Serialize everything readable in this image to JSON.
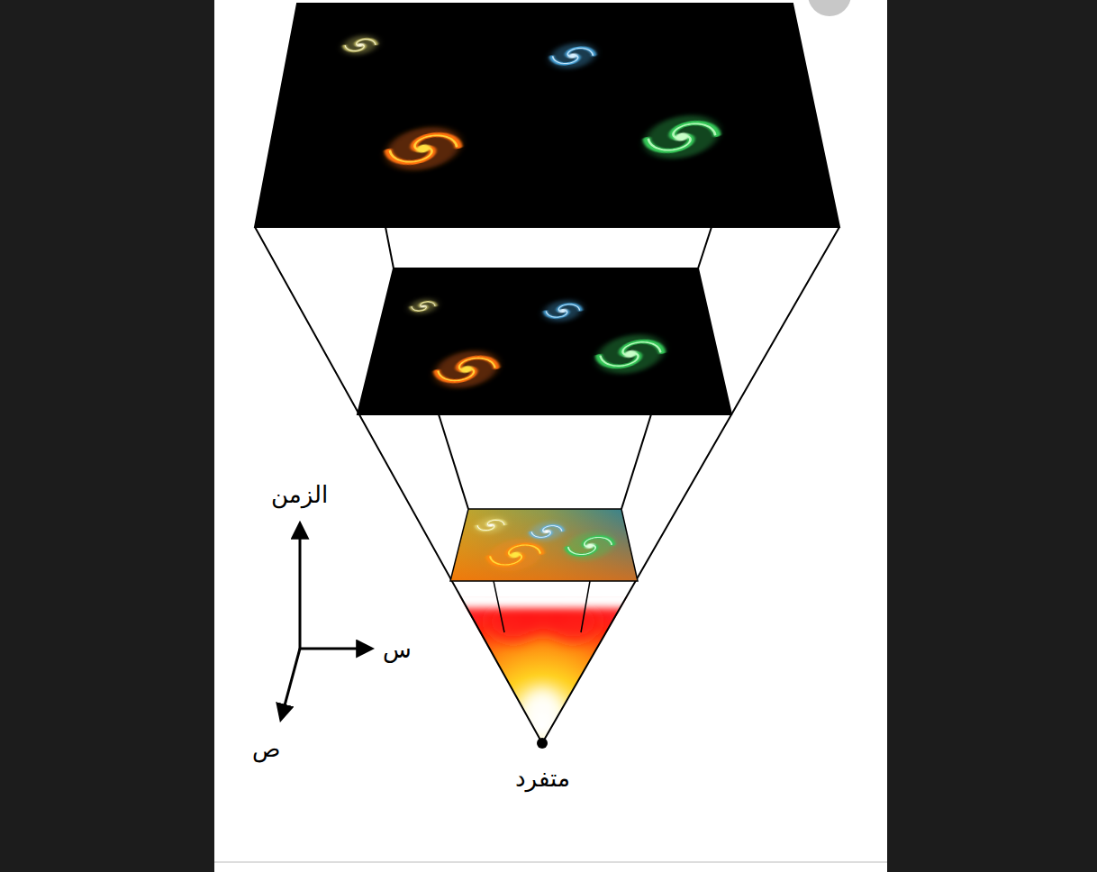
{
  "diagram": {
    "labels": [
      "الزمن",
      "س",
      "ص",
      "متفرد"
    ]
  }
}
